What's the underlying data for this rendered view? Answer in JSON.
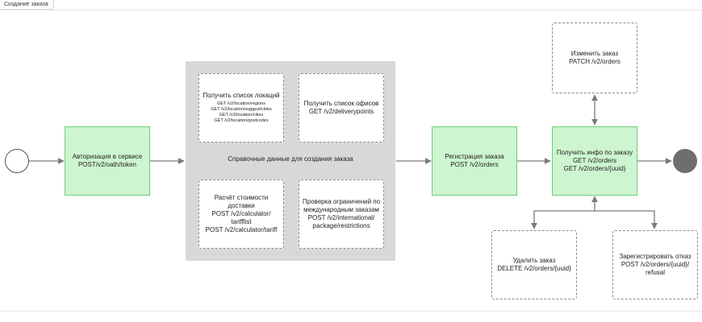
{
  "frame": {
    "title": "Создание заказа"
  },
  "group": {
    "label": "Справочные данные для создания заказа"
  },
  "nodes": {
    "auth": {
      "title": "Авторизация в сервисе",
      "endpoint": "POST/v2/oath/token"
    },
    "locations": {
      "title": "Получить список локаций",
      "endpoints": [
        "GET /v2/location/regions",
        "GET /v2/location/suggest/cities",
        "GET /v2/location/cities",
        "GET /v2/location/postcodes"
      ]
    },
    "offices": {
      "title": "Получить список офисов",
      "endpoint": "GET /v2/deliverypoints"
    },
    "calc": {
      "title_line1": "Расчёт стоимости",
      "title_line2": "доставки",
      "endpoint_line1": "POST /v2/calculator/",
      "endpoint_line2": "tarifflist",
      "endpoint_line3": "POST /v2/calculator/tariff"
    },
    "intl": {
      "title_line1": "Проверка ограничений по",
      "title_line2": "международным заказам",
      "endpoint_line1": "POST /v2/international/",
      "endpoint_line2": "package/restrictions"
    },
    "register": {
      "title": "Регистрация заказа",
      "endpoint": "POST /v2/orders"
    },
    "info": {
      "title": "Получить инфо по заказу",
      "endpoint_line1": "GET /v2/orders",
      "endpoint_line2": "GET /v2/orders/{uuid}"
    },
    "edit": {
      "title": "Изменить заказ",
      "endpoint": "PATCH /v2/orders"
    },
    "delete": {
      "title": "Удалить заказ",
      "endpoint": "DELETE /v2/orders/{uuid}"
    },
    "refusal": {
      "title": "Зарегистрировать отказ",
      "endpoint_line1": "POST /v2/orders/{uuid}/",
      "endpoint_line2": "refusal"
    }
  },
  "colors": {
    "green_fill": "#cdf5cf",
    "green_border": "#6bd07a",
    "group_fill": "#d8d8d8",
    "edge": "#7a7a7a",
    "end_fill": "#6e6e6e"
  }
}
